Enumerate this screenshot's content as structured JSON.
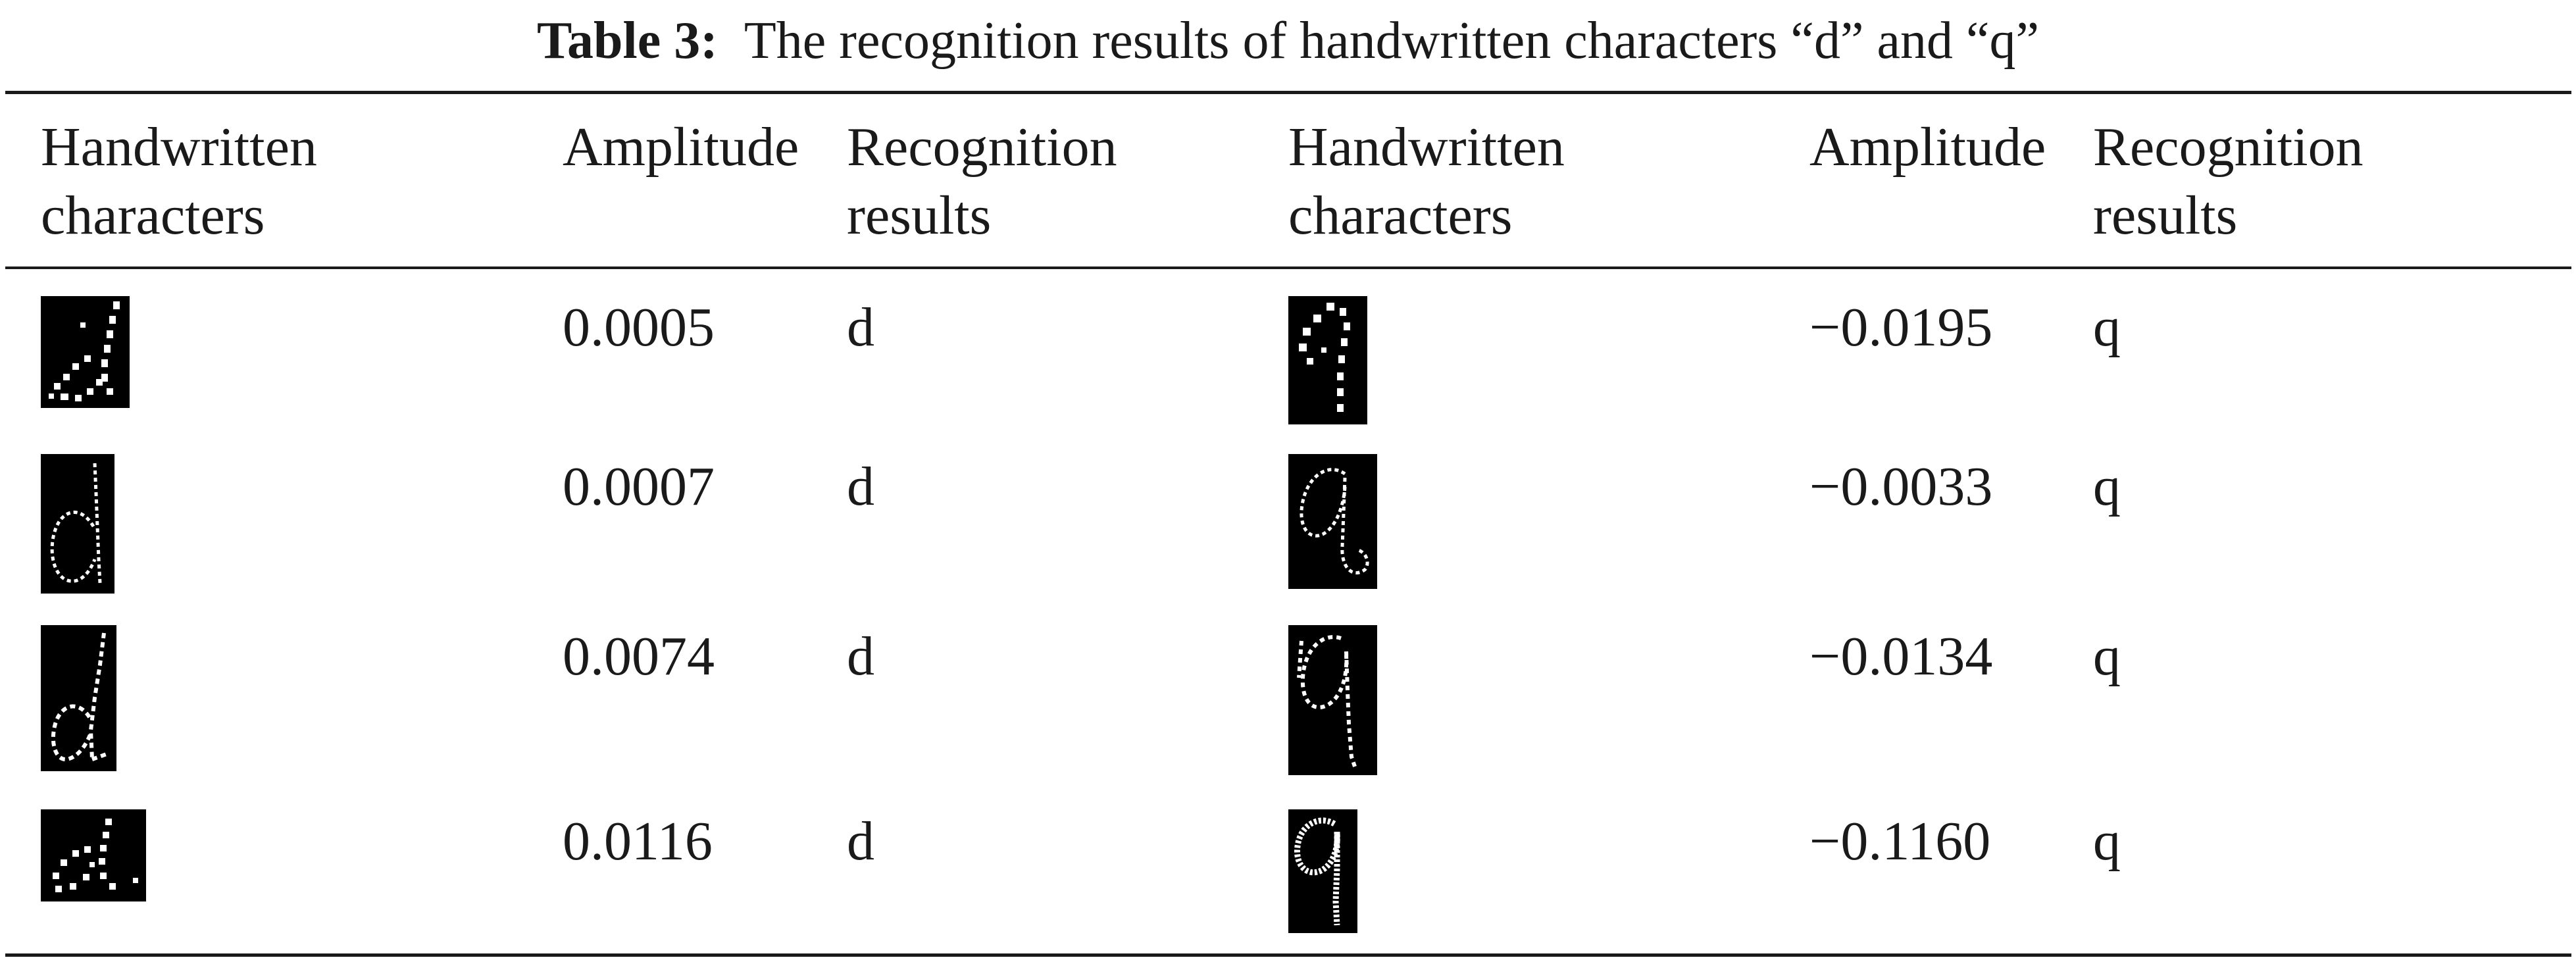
{
  "caption": {
    "label": "Table 3:",
    "text": "The recognition results of handwritten characters “d” and “q”"
  },
  "headers": {
    "col1_line1": "Handwritten",
    "col1_line2": "characters",
    "col2": "Amplitude",
    "col3_line1": "Recognition",
    "col3_line2": "results",
    "col4_line1": "Handwritten",
    "col4_line2": "characters",
    "col5": "Amplitude",
    "col6_line1": "Recognition",
    "col6_line2": "results"
  },
  "rows": [
    {
      "d_amplitude": "0.0005",
      "d_result": "d",
      "q_amplitude": "−0.0195",
      "q_result": "q"
    },
    {
      "d_amplitude": "0.0007",
      "d_result": "d",
      "q_amplitude": "−0.0033",
      "q_result": "q"
    },
    {
      "d_amplitude": "0.0074",
      "d_result": "d",
      "q_amplitude": "−0.0134",
      "q_result": "q"
    },
    {
      "d_amplitude": "0.0116",
      "d_result": "d",
      "q_amplitude": "−0.1160",
      "q_result": "q"
    }
  ],
  "images": {
    "background": "#000000",
    "stroke": "#ffffff"
  }
}
